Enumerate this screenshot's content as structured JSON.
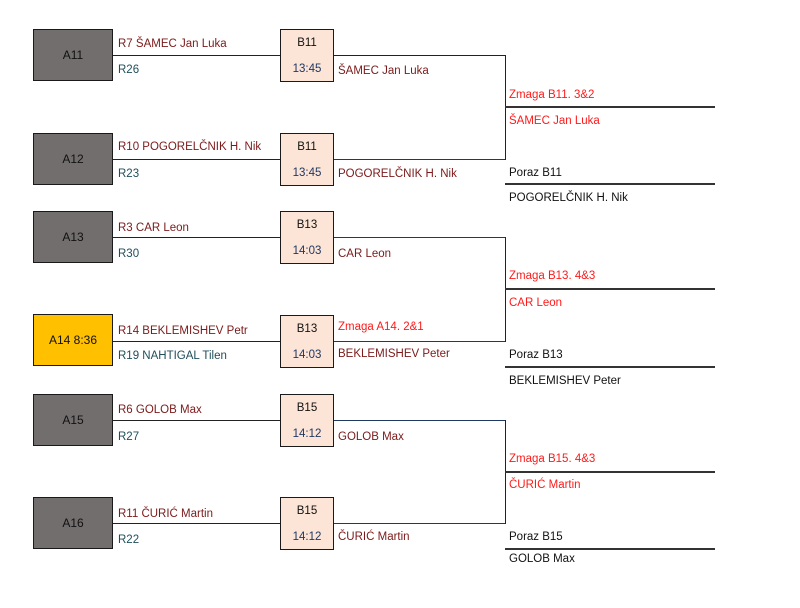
{
  "colors": {
    "round1_box": "#726e6d",
    "round1_box_active": "#ffc000",
    "round2_box": "#fce4d6",
    "player_top": "#7b1a1a",
    "player_bottom": "#1f4e5a",
    "time": "#1f3864",
    "winner": "#ff1a1a",
    "loser": "#111111"
  },
  "groups": [
    {
      "matches": [
        {
          "code": "A11",
          "top": "R7 ŠAMEC Jan Luka",
          "bottom": "R26",
          "b_code": "B11",
          "b_time": "13:45",
          "advancer": "ŠAMEC Jan Luka",
          "note": ""
        },
        {
          "code": "A12",
          "top": "R10 POGORELČNIK H. Nik",
          "bottom": "R23",
          "b_code": "B11",
          "b_time": "13:45",
          "advancer": "POGORELČNIK H. Nik",
          "note": ""
        }
      ],
      "winner_label": "Zmaga B11.   3&2",
      "winner_name": "ŠAMEC Jan Luka",
      "loser_label": "Poraz B11",
      "loser_name": "POGORELČNIK H. Nik"
    },
    {
      "matches": [
        {
          "code": "A13",
          "top": "R3 CAR Leon",
          "bottom": "R30",
          "b_code": "B13",
          "b_time": "14:03",
          "advancer": "CAR Leon",
          "note": ""
        },
        {
          "code": "A14 8:36",
          "top": "R14 BEKLEMISHEV Petr",
          "bottom": "R19 NAHTIGAL Tilen",
          "b_code": "B13",
          "b_time": "14:03",
          "advancer": "BEKLEMISHEV Peter",
          "note": "Zmaga A14.   2&1"
        }
      ],
      "winner_label": "Zmaga B13.   4&3",
      "winner_name": "CAR Leon",
      "loser_label": "Poraz B13",
      "loser_name": "BEKLEMISHEV Peter"
    },
    {
      "matches": [
        {
          "code": "A15",
          "top": "R6 GOLOB Max",
          "bottom": "R27",
          "b_code": "B15",
          "b_time": "14:12",
          "advancer": "GOLOB Max",
          "note": ""
        },
        {
          "code": "A16",
          "top": "R11 ČURIĆ Martin",
          "bottom": "R22",
          "b_code": "B15",
          "b_time": "14:12",
          "advancer": "ČURIĆ Martin",
          "note": ""
        }
      ],
      "winner_label": "Zmaga B15.  4&3",
      "winner_name": "ČURIĆ Martin",
      "loser_label": "Poraz B15",
      "loser_name": "GOLOB Max"
    }
  ]
}
